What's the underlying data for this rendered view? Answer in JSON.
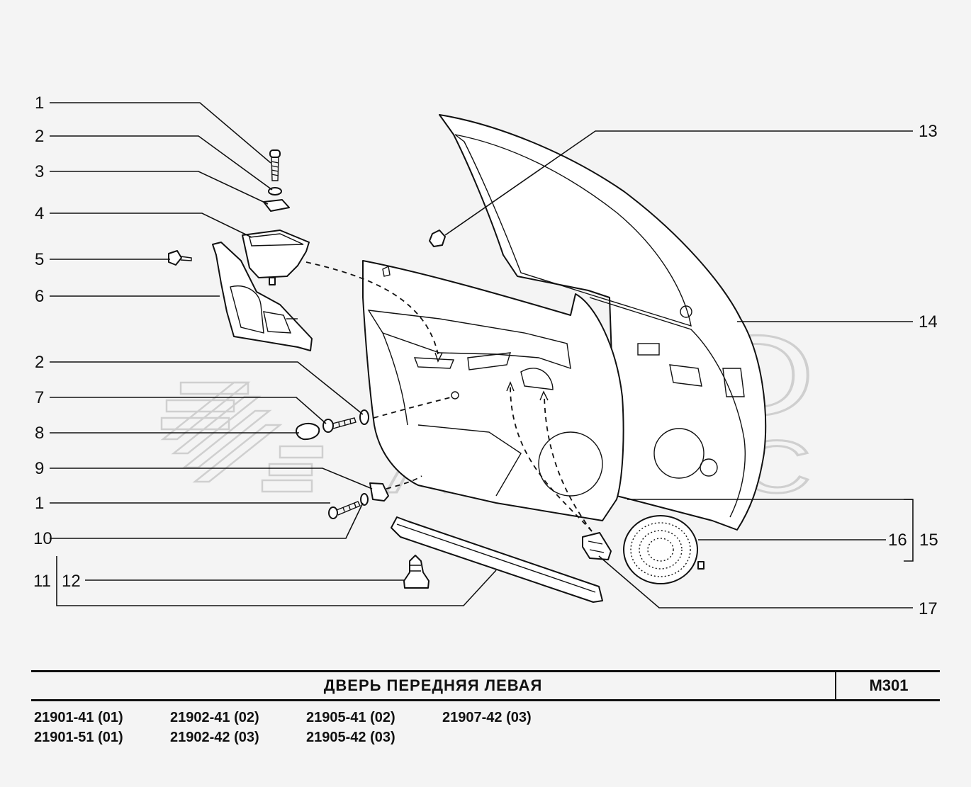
{
  "watermark": {
    "line1": "АВТО",
    "line2": "АЛЬЯНС"
  },
  "callouts": {
    "c1a": "1",
    "c2a": "2",
    "c3": "3",
    "c4": "4",
    "c5": "5",
    "c6": "6",
    "c2b": "2",
    "c7": "7",
    "c8": "8",
    "c9": "9",
    "c1b": "1",
    "c10": "10",
    "c11": "11",
    "c12": "12",
    "c13": "13",
    "c14": "14",
    "c15": "15",
    "c16": "16",
    "c17": "17"
  },
  "title": "ДВЕРЬ  ПЕРЕДНЯЯ  ЛЕВАЯ",
  "diagram_code": "М301",
  "models": [
    "21901-41 (01)",
    "21902-41 (02)",
    "21905-41 (02)",
    "21907-42 (03)",
    "21901-51 (01)",
    "21902-42 (03)",
    "21905-42 (03)"
  ],
  "colors": {
    "line": "#111111",
    "background": "#f4f4f4",
    "watermark": "#cfcfcf"
  }
}
